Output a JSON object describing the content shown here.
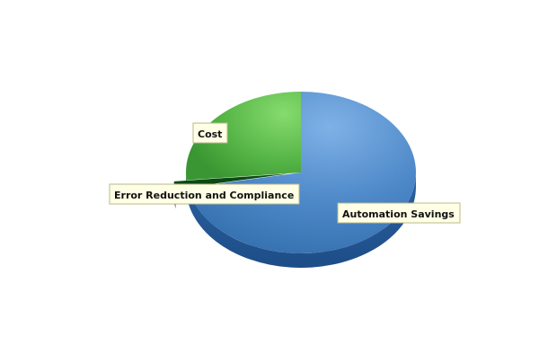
{
  "chart_data": {
    "type": "pie",
    "style": "3d",
    "title": "",
    "slices": [
      {
        "label": "Automation Savings",
        "value": 72.0,
        "color": "#4a86c8"
      },
      {
        "label": "Error Reduction and Compliance",
        "value": 1.5,
        "color": "#0b4a12"
      },
      {
        "label": "Cost",
        "value": 26.5,
        "color": "#52b848"
      }
    ],
    "legend": "none",
    "labels": "callout"
  }
}
